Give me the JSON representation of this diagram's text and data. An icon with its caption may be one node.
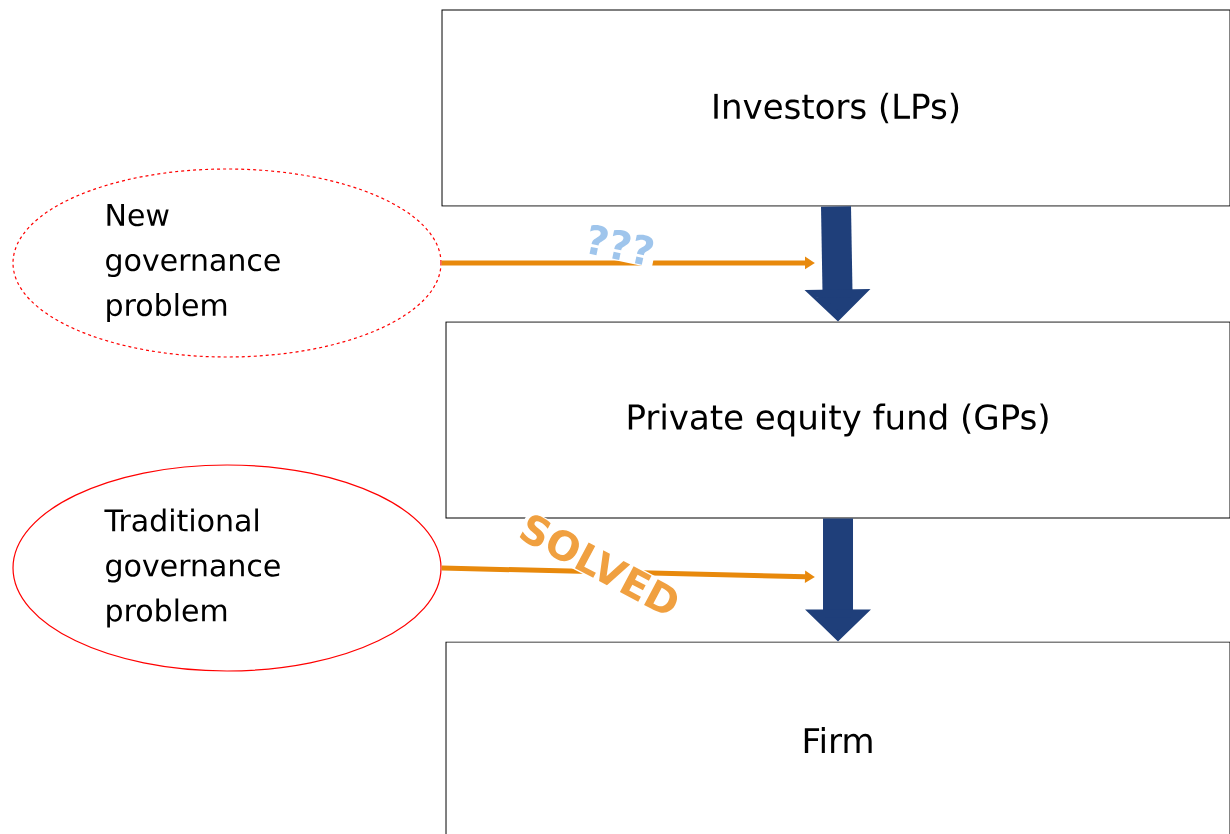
{
  "diagram": {
    "nodes": [
      {
        "text": [
          "Investors (LPs)"
        ]
      },
      {
        "text": [
          "New governance problem"
        ]
      },
      {
        "text": [
          "Private equity fund (GPs)"
        ]
      },
      {
        "text": [
          "Traditional governance problem"
        ]
      },
      {
        "text": [
          "Firm"
        ]
      }
    ],
    "edges": [
      {
        "from": 0,
        "to": 2,
        "arrow": "to",
        "style": "thick",
        "color": "#1f3f7a"
      },
      {
        "from": 2,
        "to": 4,
        "arrow": "to",
        "style": "thick",
        "color": "#1f3f7a"
      },
      {
        "from": 1,
        "to": null,
        "arrow": "to",
        "label": "???",
        "color": "#e8890c"
      },
      {
        "from": 3,
        "to": null,
        "arrow": "to",
        "label": "SOLVED",
        "color": "#e8890c"
      }
    ]
  }
}
